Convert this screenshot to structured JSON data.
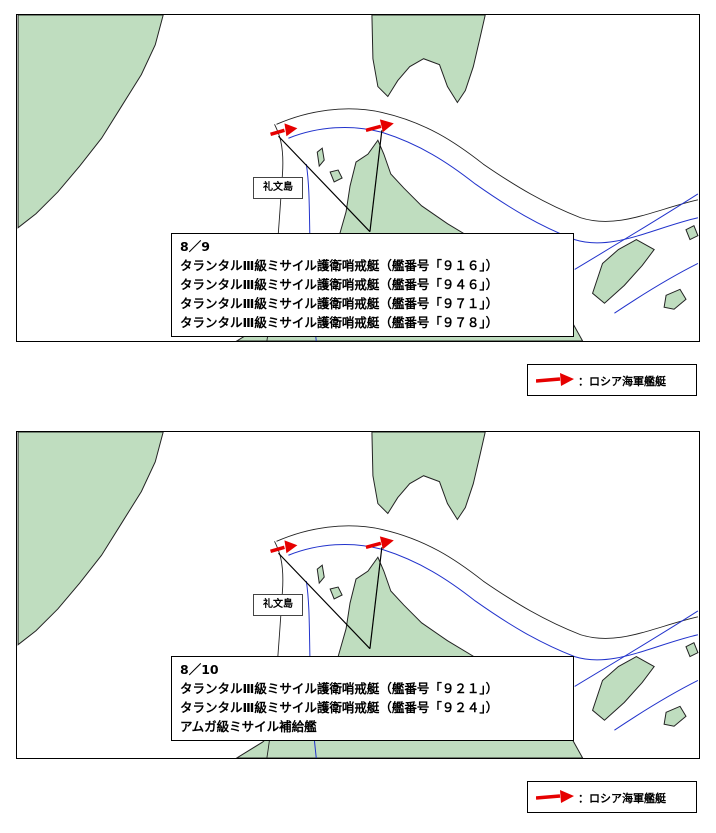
{
  "panels": [
    {
      "place_label": "礼文島",
      "lines": [
        "8／9",
        "タランタルⅢ級ミサイル護衛哨戒艇（艦番号「９１６」）",
        "タランタルⅢ級ミサイル護衛哨戒艇（艦番号「９４６」）",
        "タランタルⅢ級ミサイル護衛哨戒艇（艦番号「９７１」）",
        "タランタルⅢ級ミサイル護衛哨戒艇（艦番号「９７８」）"
      ]
    },
    {
      "place_label": "礼文島",
      "lines": [
        "8／10",
        "タランタルⅢ級ミサイル護衛哨戒艇（艦番号「９２１」）",
        "タランタルⅢ級ミサイル護衛哨戒艇（艦番号「９２４」）",
        "アムガ級ミサイル補給艦"
      ]
    }
  ],
  "legend": {
    "label": "：ロシア海軍艦艇"
  },
  "colors": {
    "land": "#bfddbf",
    "arrow": "#e60000",
    "contour": "#2233cc"
  }
}
